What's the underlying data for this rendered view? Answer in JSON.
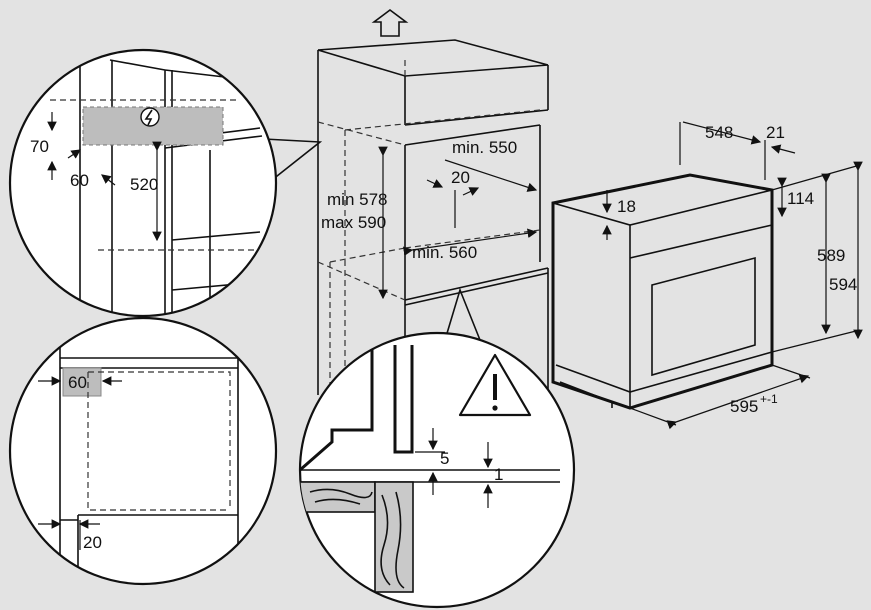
{
  "colors": {
    "background": "#e3e3e3",
    "line": "#111111",
    "zone_fill": "#bdbdbd",
    "wood_fill": "#c9c9c9"
  },
  "icons": [
    "arrow-up-icon",
    "electric-warning-icon",
    "warning-triangle-icon"
  ],
  "cabinet": {
    "height_min": "min 578",
    "height_max": "max 590",
    "depth_min": "min. 550",
    "width_min": "min. 560",
    "gap": "20"
  },
  "oven": {
    "width_top": "548",
    "front_depth": "21",
    "top_offset": "18",
    "panel_height": "114",
    "inner_height": "589",
    "height": "594",
    "width_main": "595",
    "width_tolerance": "+-1"
  },
  "detail_socket": {
    "height_70": "70",
    "width_60": "60",
    "height_520": "520"
  },
  "detail_ventilation": {
    "vent_60": "60",
    "gap_20": "20"
  },
  "detail_gap": {
    "gap_5": "5",
    "gap_1": "1"
  }
}
